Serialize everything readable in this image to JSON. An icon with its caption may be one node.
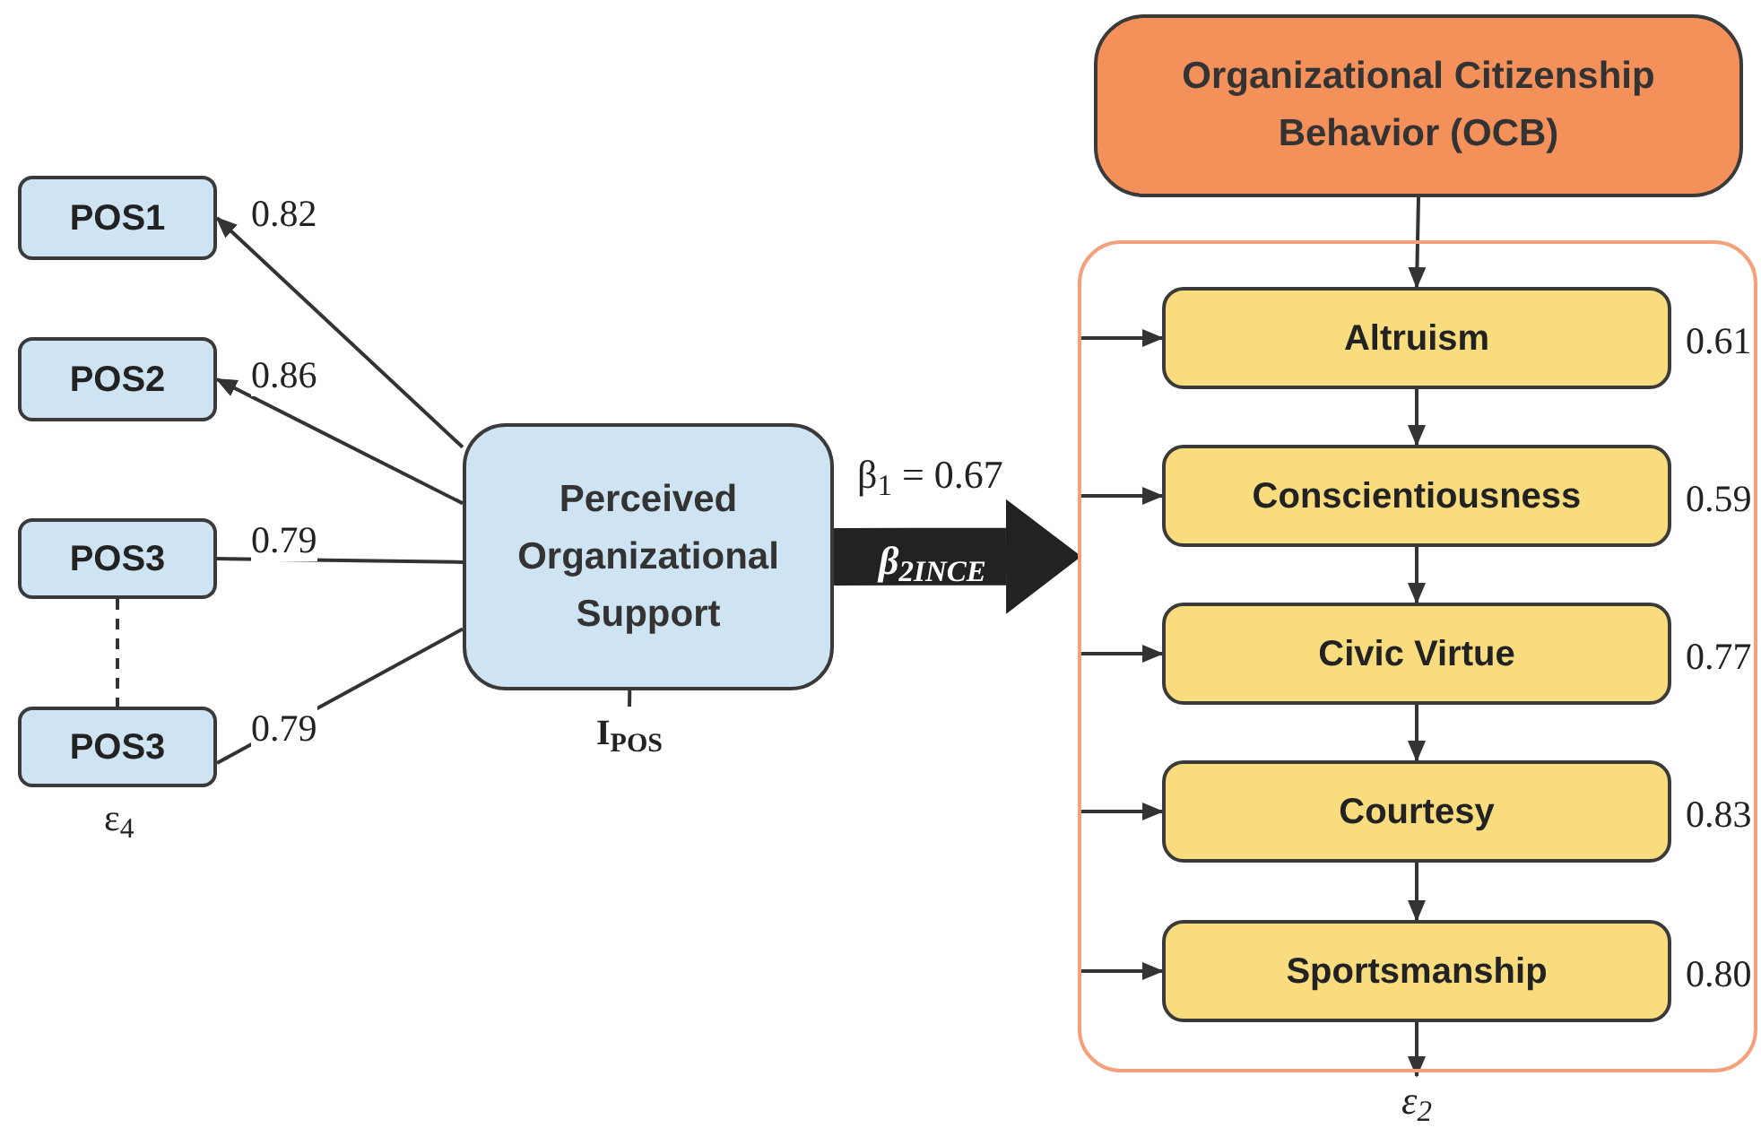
{
  "diagram": {
    "nodes": [
      {
        "text": [
          "POS1"
        ]
      },
      {
        "text": [
          "POS2"
        ]
      },
      {
        "text": [
          "POS3"
        ]
      },
      {
        "text": [
          "POS3"
        ],
        "beside": [
          "ε$_{4}$"
        ]
      },
      {
        "text": [
          "Perceived Organizational Support"
        ]
      },
      {
        "text": [
          "Organizational Citizenship Behavior (OCB)"
        ]
      },
      {
        "text": [],
        "shape": "box"
      },
      {
        "text": [
          "Altruism"
        ],
        "in": 6,
        "beside": [
          "0.61"
        ]
      },
      {
        "text": [
          "Conscientiousness"
        ],
        "in": 6,
        "beside": [
          "0.59"
        ]
      },
      {
        "text": [
          "Civic Virtue"
        ],
        "in": 6,
        "beside": [
          "0.77"
        ]
      },
      {
        "text": [
          "Courtesy"
        ],
        "in": 6,
        "beside": [
          "0.83"
        ]
      },
      {
        "text": [
          "Sportsmanship"
        ],
        "in": 6,
        "beside": [
          "0.80"
        ]
      },
      {
        "text": [
          "ε$_{2}$"
        ]
      },
      {
        "text": [
          "I$_{POS}$"
        ]
      }
    ],
    "edges": [
      {
        "from": 4,
        "to": 0,
        "arrow": "to",
        "label": "0.82"
      },
      {
        "from": 4,
        "to": 1,
        "arrow": "to",
        "label": "0.86"
      },
      {
        "from": 4,
        "to": 2,
        "arrow": "none",
        "label": "0.79"
      },
      {
        "from": 4,
        "to": 3,
        "arrow": "none",
        "label": "0.79"
      },
      {
        "from": 2,
        "to": 3,
        "arrow": "none",
        "style": "dashed"
      },
      {
        "from": 4,
        "to": 6,
        "arrow": "to",
        "style": "thick",
        "label": "β$_{2INCE}$"
      },
      {
        "from": 5,
        "to": 7,
        "arrow": "to"
      },
      {
        "from": 7,
        "to": 8,
        "arrow": "to"
      },
      {
        "from": 8,
        "to": 9,
        "arrow": "to"
      },
      {
        "from": 9,
        "to": 10,
        "arrow": "to"
      },
      {
        "from": 10,
        "to": 11,
        "arrow": "to"
      },
      {
        "from": 11,
        "to": 12,
        "arrow": "to"
      },
      {
        "from": 6,
        "to": 7,
        "arrow": "to"
      },
      {
        "from": 6,
        "to": 8,
        "arrow": "to"
      },
      {
        "from": 6,
        "to": 9,
        "arrow": "to"
      },
      {
        "from": 6,
        "to": 10,
        "arrow": "to"
      },
      {
        "from": 6,
        "to": 11,
        "arrow": "to"
      },
      {
        "from": 4,
        "to": 13,
        "arrow": "none"
      }
    ],
    "labels": [
      "β$_{1}$ = 0.67"
    ]
  }
}
